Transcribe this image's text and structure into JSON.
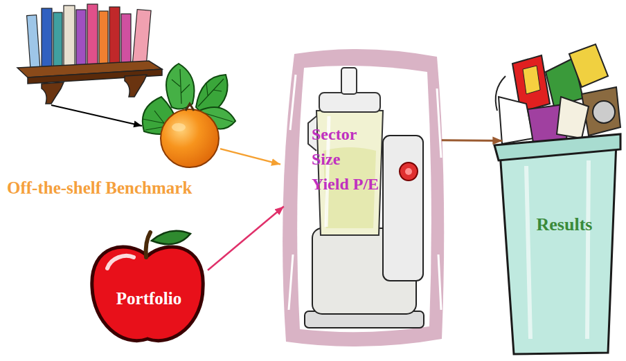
{
  "diagram": {
    "nodes": [
      {
        "text": [
          "Off-the-shelf Benchmark"
        ]
      },
      {
        "text": [
          "Portfolio"
        ]
      },
      {
        "text": [
          "Sector Size Yield P/E"
        ]
      },
      {
        "text": [
          "Results"
        ]
      }
    ],
    "edges": [
      {
        "from": 0,
        "to": 2,
        "arrow": "to"
      },
      {
        "from": 1,
        "to": 2,
        "arrow": "to"
      },
      {
        "from": 2,
        "to": 3,
        "arrow": "to"
      }
    ]
  }
}
